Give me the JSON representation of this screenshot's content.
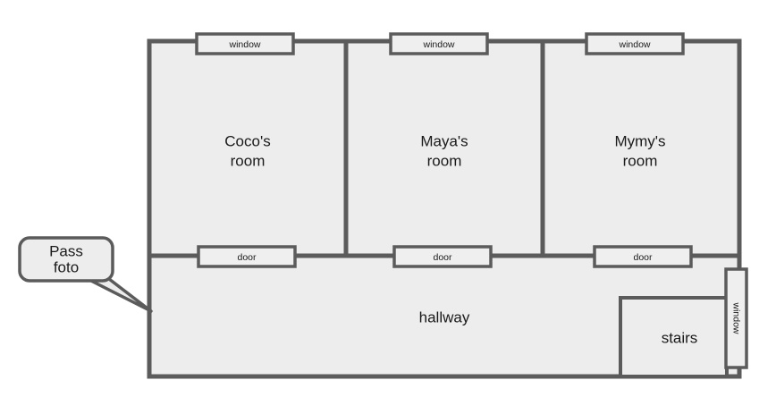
{
  "diagram": {
    "title": "floor-plan",
    "colors": {
      "wall": "#5b5b5b",
      "fill": "#ededed",
      "opening_fill": "#efefef",
      "text": "#1a1a1a",
      "background": "#ffffff"
    },
    "rooms": [
      {
        "id": "room-coco",
        "label_line1": "Coco's",
        "label_line2": "room"
      },
      {
        "id": "room-maya",
        "label_line1": "Maya's",
        "label_line2": "room"
      },
      {
        "id": "room-mymy",
        "label_line1": "Mymy's",
        "label_line2": "room"
      },
      {
        "id": "hallway",
        "label_line1": "hallway",
        "label_line2": ""
      },
      {
        "id": "stairs",
        "label_line1": "stairs",
        "label_line2": ""
      }
    ],
    "openings": [
      {
        "id": "window-coco",
        "label": "window",
        "orientation": "horizontal"
      },
      {
        "id": "window-maya",
        "label": "window",
        "orientation": "horizontal"
      },
      {
        "id": "window-mymy",
        "label": "window",
        "orientation": "horizontal"
      },
      {
        "id": "door-coco",
        "label": "door",
        "orientation": "horizontal"
      },
      {
        "id": "door-maya",
        "label": "door",
        "orientation": "horizontal"
      },
      {
        "id": "door-mymy",
        "label": "door",
        "orientation": "horizontal"
      },
      {
        "id": "window-stairs",
        "label": "window",
        "orientation": "vertical"
      }
    ],
    "callout": {
      "id": "callout-pass-foto",
      "line1": "Pass",
      "line2": "foto"
    }
  }
}
